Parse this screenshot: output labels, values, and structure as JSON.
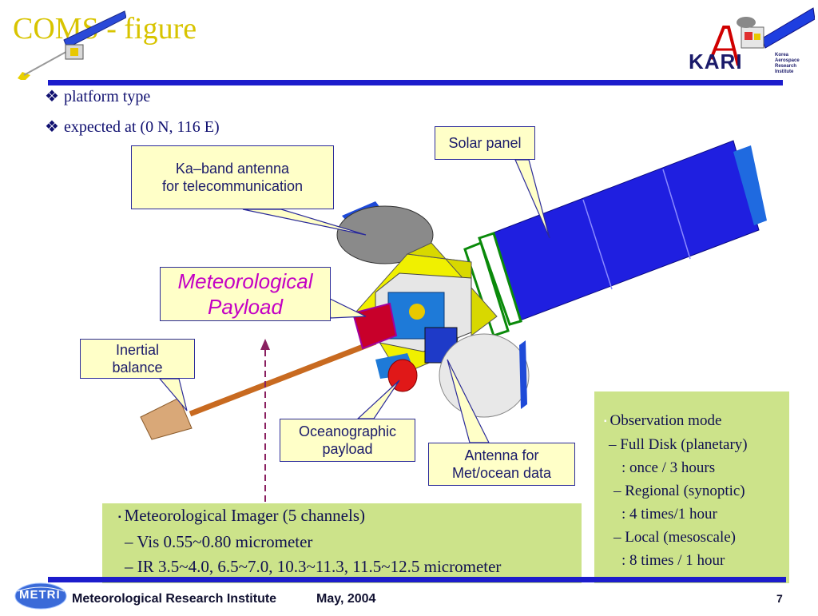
{
  "title": "COMS - figure",
  "bullets": [
    {
      "mark": "❖",
      "text": "platform type"
    },
    {
      "mark": "❖",
      "text": "expected at (0 N, 116 E)"
    }
  ],
  "callouts": {
    "solar_panel": "Solar panel",
    "ka_band": [
      "Ka–band antenna",
      "for telecommunication"
    ],
    "met_payload": [
      "Meteorological",
      "Payload"
    ],
    "inertial": [
      "Inertial",
      "balance"
    ],
    "ocean_payload": [
      "Oceanographic",
      "payload"
    ],
    "antenna_met": [
      "Antenna for",
      "Met/ocean data"
    ]
  },
  "imager": {
    "head": "Meteorological Imager (5 channels)",
    "lines": [
      "– Vis 0.55~0.80 micrometer",
      "– IR 3.5~4.0, 6.5~7.0, 10.3~11.3, 11.5~12.5 micrometer"
    ]
  },
  "observation": {
    "head": "Observation mode",
    "lines": [
      "– Full Disk (planetary)",
      ": once / 3 hours",
      "– Regional (synoptic)",
      ": 4 times/1 hour",
      "– Local (mesoscale)",
      ": 8 times / 1 hour"
    ]
  },
  "logo": {
    "text": "KARI",
    "sub": [
      "Korea",
      "Aerospace",
      "Research Institute"
    ]
  },
  "footer": {
    "logo_text": "METRI",
    "institute": "Meteorological Research Institute",
    "date": "May, 2004",
    "page": "7"
  },
  "colors": {
    "title": "#d8c400",
    "rule": "#1c1ccc",
    "green": "#cce38a",
    "callout": "#ffffc8",
    "payload": "#c400c4"
  }
}
